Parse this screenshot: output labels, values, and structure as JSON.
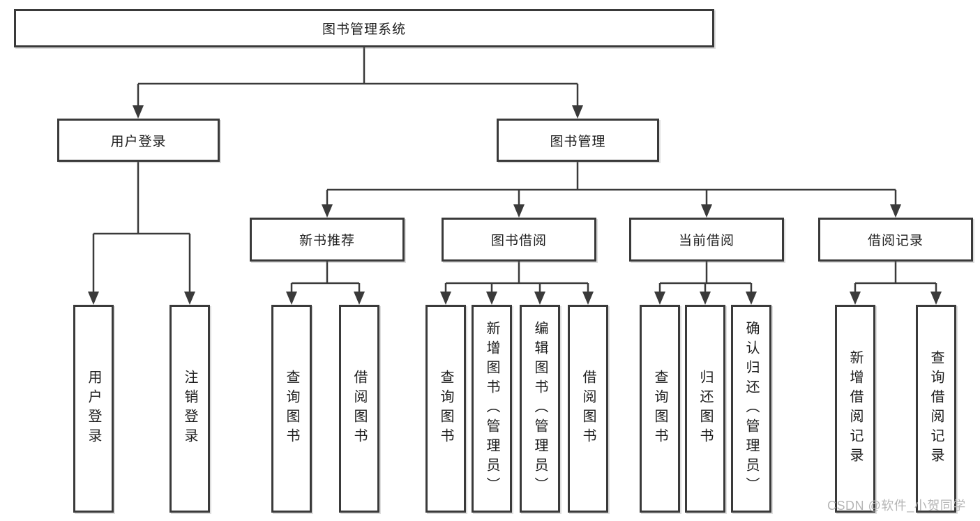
{
  "title": "图书管理系统",
  "level2": [
    {
      "label": "用户登录"
    },
    {
      "label": "图书管理"
    }
  ],
  "level3": [
    {
      "label": "新书推荐"
    },
    {
      "label": "图书借阅"
    },
    {
      "label": "当前借阅"
    },
    {
      "label": "借阅记录"
    }
  ],
  "leaves": [
    {
      "label": "用户登录"
    },
    {
      "label": "注销登录"
    },
    {
      "label": "查询图书"
    },
    {
      "label": "借阅图书"
    },
    {
      "label": "查询图书"
    },
    {
      "label": "新增图书（管理员）"
    },
    {
      "label": "编辑图书（管理员）"
    },
    {
      "label": "借阅图书"
    },
    {
      "label": "查询图书"
    },
    {
      "label": "归还图书"
    },
    {
      "label": "确认归还（管理员）"
    },
    {
      "label": "新增借阅记录"
    },
    {
      "label": "查询借阅记录"
    }
  ],
  "watermark": "CSDN @软件_小贺同学",
  "colors": {
    "line": "#3a3a3a",
    "text": "#1e1e1e",
    "watermark": "#b6b6b6",
    "background": "#ffffff"
  }
}
